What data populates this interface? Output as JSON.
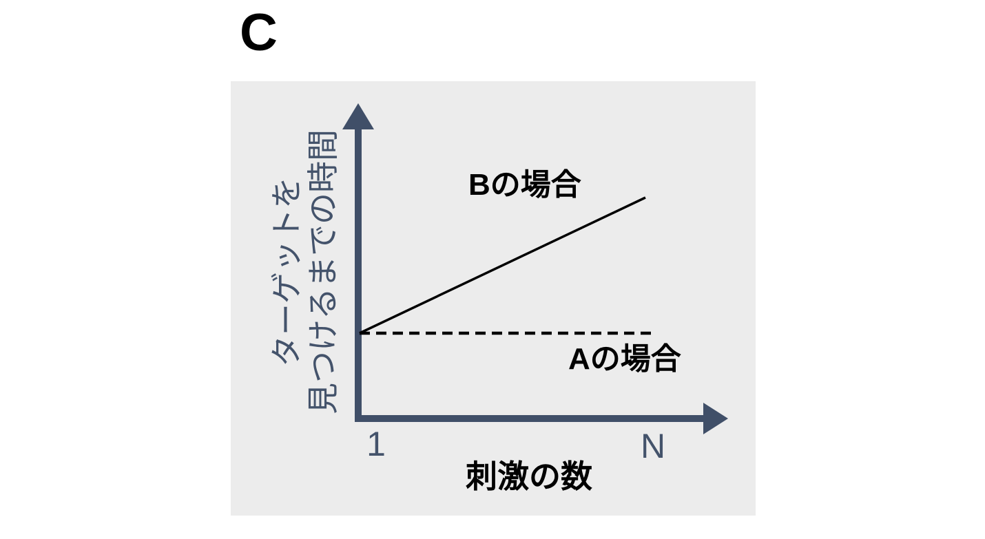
{
  "panel_label": "C",
  "chart_data": {
    "type": "line",
    "title": "",
    "xlabel": "刺激の数",
    "ylabel": "ターゲットを 見つけるまでの時間",
    "ylabel_lines": [
      "ターゲットを",
      "見つけるまでの時間"
    ],
    "x_ticks": [
      "1",
      "N"
    ],
    "x_axis_range": [
      "1",
      "N"
    ],
    "y_axis_range_desc": "unlabeled schematic axis (time)",
    "grid": false,
    "legend_position": "inline labels next to lines",
    "series": [
      {
        "name": "Bの場合",
        "style": "solid",
        "color": "#000000",
        "description": "search time increases linearly with the number of stimuli",
        "x_norm": [
          0.0,
          0.78
        ],
        "y_norm": [
          0.27,
          0.71
        ],
        "label_position": "above line"
      },
      {
        "name": "Aの場合",
        "style": "dashed",
        "color": "#000000",
        "description": "search time stays flat regardless of the number of stimuli",
        "x_norm": [
          0.0,
          0.81
        ],
        "y_norm": [
          0.27,
          0.27
        ],
        "label_position": "below line"
      }
    ]
  },
  "colors": {
    "page_background": "#ffffff",
    "panel_background": "#ececec",
    "axis": "#404f68",
    "axis_text": "#44536b",
    "line": "#000000",
    "label_text": "#000000"
  }
}
